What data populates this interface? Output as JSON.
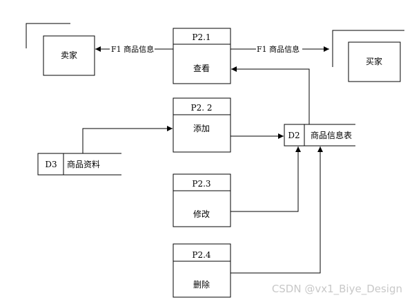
{
  "entities": {
    "left": "卖家",
    "right": "买家"
  },
  "processes": [
    {
      "id": "P2.1",
      "name": "查看"
    },
    {
      "id": "P2. 2",
      "name": "添加"
    },
    {
      "id": "P2.3",
      "name": "修改"
    },
    {
      "id": "P2.4",
      "name": "删除"
    }
  ],
  "stores": [
    {
      "id": "D2",
      "name": "商品信息表"
    },
    {
      "id": "D3",
      "name": "商品资料"
    }
  ],
  "flows": {
    "to_seller": "F1 商品信息",
    "to_buyer": "F1 商品信息"
  },
  "watermark": "CSDN @vx1_Biye_Design"
}
